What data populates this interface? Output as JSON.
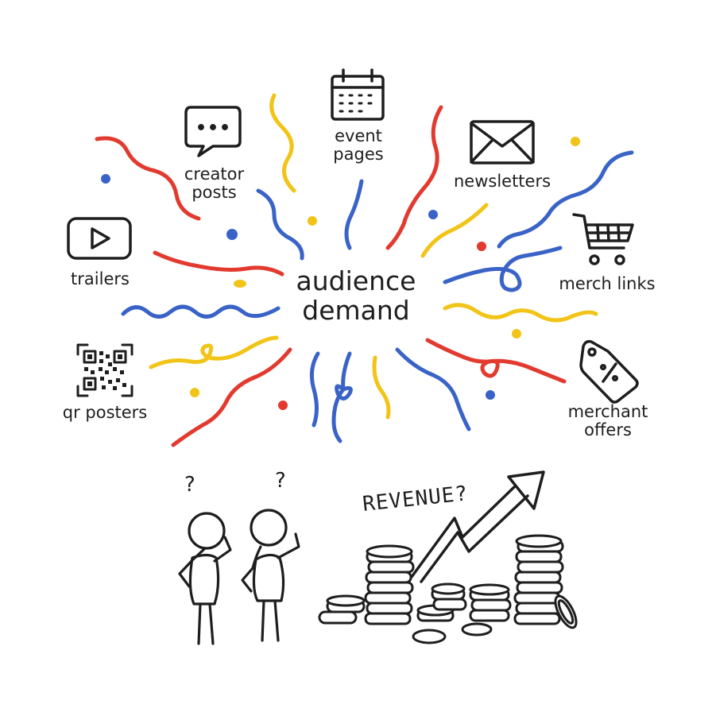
{
  "center": {
    "line1": "audience",
    "line2": "demand"
  },
  "channels": {
    "creator_posts": {
      "line1": "creator",
      "line2": "posts",
      "icon": "chat-bubble-icon"
    },
    "event_pages": {
      "line1": "event",
      "line2": "pages",
      "icon": "calendar-icon"
    },
    "newsletters": {
      "line1": "newsletters",
      "icon": "envelope-icon"
    },
    "trailers": {
      "line1": "trailers",
      "icon": "play-button-icon"
    },
    "merch_links": {
      "line1": "merch links",
      "icon": "shopping-cart-icon"
    },
    "qr_posters": {
      "line1": "qr posters",
      "icon": "qr-code-icon"
    },
    "merchant_offers": {
      "line1": "merchant",
      "line2": "offers",
      "icon": "price-tag-icon"
    }
  },
  "revenue": {
    "label": "REVENUE?"
  },
  "people": {
    "q1": "?",
    "q2": "?"
  },
  "colors": {
    "red": "#e23a2f",
    "blue": "#3a63c7",
    "yellow": "#f2c417",
    "ink": "#1e1e1e"
  }
}
